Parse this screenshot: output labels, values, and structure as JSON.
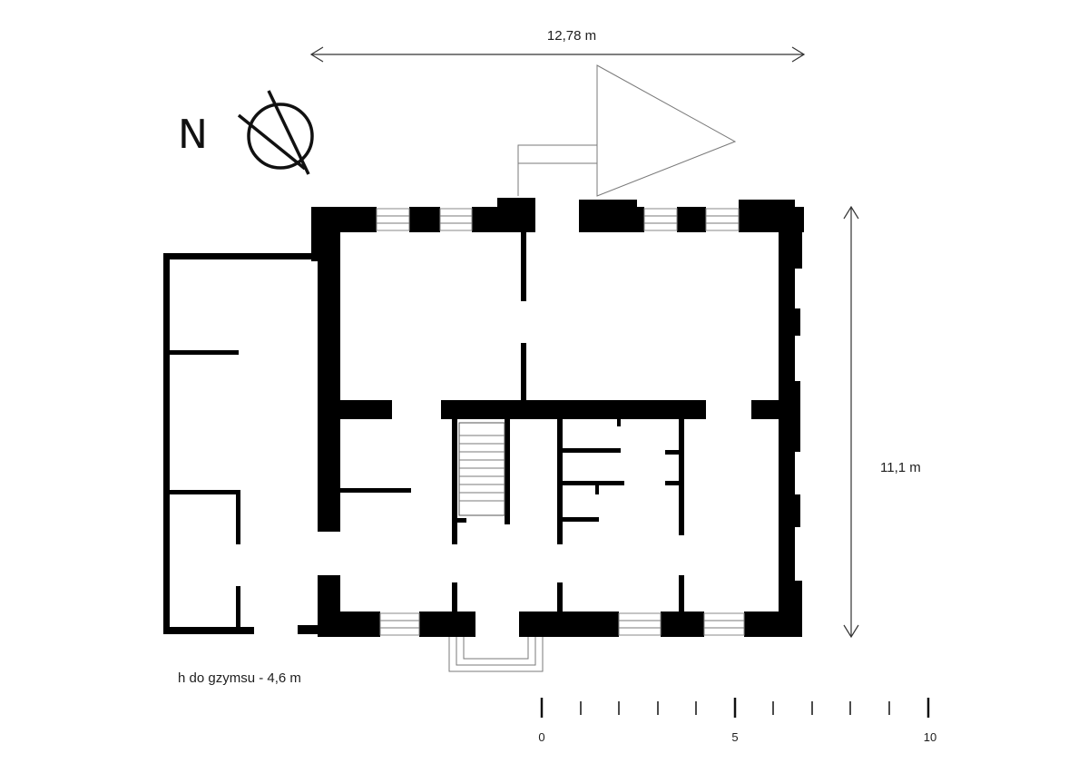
{
  "dimensions": {
    "width_label": "12,78 m",
    "height_label": "11,1 m"
  },
  "annotation": {
    "eave_height": "h do gzymsu - 4,6 m"
  },
  "north_arrow": {
    "letter": "N",
    "icon": "north-symbol-icon"
  },
  "scale_bar": {
    "labels": [
      "0",
      "5",
      "10"
    ]
  },
  "colors": {
    "walls": "#000000",
    "background": "#ffffff",
    "thin_lines": "#7a7a7a"
  }
}
